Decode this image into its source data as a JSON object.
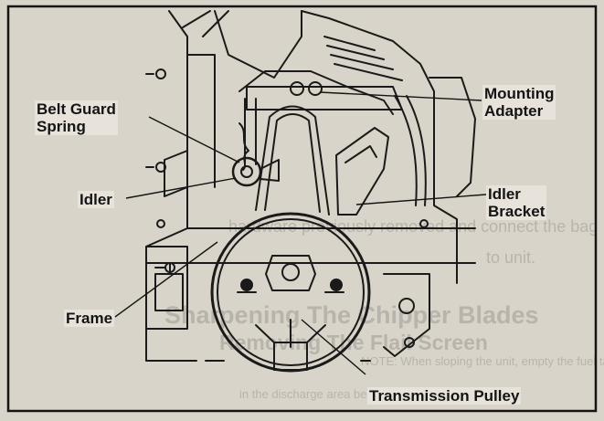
{
  "labels": {
    "belt_guard_spring": "Belt Guard\nSpring",
    "mounting_adapter": "Mounting\nAdapter",
    "idler": "Idler",
    "idler_bracket": "Idler\nBracket",
    "frame": "Frame",
    "transmission_pulley": "Transmission Pulley"
  },
  "bleed_through": {
    "heading_1": "Sharpening The Chipper Blades",
    "heading_2": "Removing The Flail Screen",
    "line_1": "hardware previously removed and connect the bag",
    "line_2": "to unit.",
    "line_3": "NOTE: When sloping the unit, empty the fuel tank and",
    "line_4": "in the discharge area beneath plastic cover cleared"
  },
  "colors": {
    "paper": "#d9d4c9",
    "ink": "#141414",
    "label_bg": "#e7e3da"
  }
}
